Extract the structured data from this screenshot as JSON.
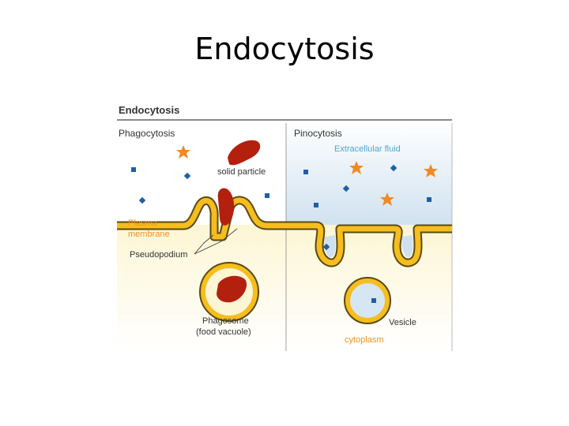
{
  "slide": {
    "title": "Endocytosis"
  },
  "figure": {
    "header": "Endocytosis",
    "left_panel": {
      "title": "Phagocytosis",
      "labels": {
        "solid_particle": "solid particle",
        "plasma_membrane_1": "Plasma",
        "plasma_membrane_2": "membrane",
        "pseudopodium": "Pseudopodium",
        "phagosome_1": "Phagosome",
        "phagosome_2": "(food vacuole)"
      }
    },
    "right_panel": {
      "title": "Pinocytosis",
      "labels": {
        "extracellular_fluid": "Extracellular fluid",
        "vesicle": "Vesicle",
        "cytoplasm": "cytoplasm"
      }
    },
    "colors": {
      "membrane_fill": "#f6bd1e",
      "membrane_stroke": "#5a4a10",
      "particle": "#b3200e",
      "star": "#f08a24",
      "molecule": "#1e5fa8",
      "extracellular": "#d6e6f2",
      "cytoplasm": "#fdf7d8",
      "label_orange": "#f0941e",
      "label_blue": "#4aa8d8",
      "label_dark": "#333333"
    }
  }
}
